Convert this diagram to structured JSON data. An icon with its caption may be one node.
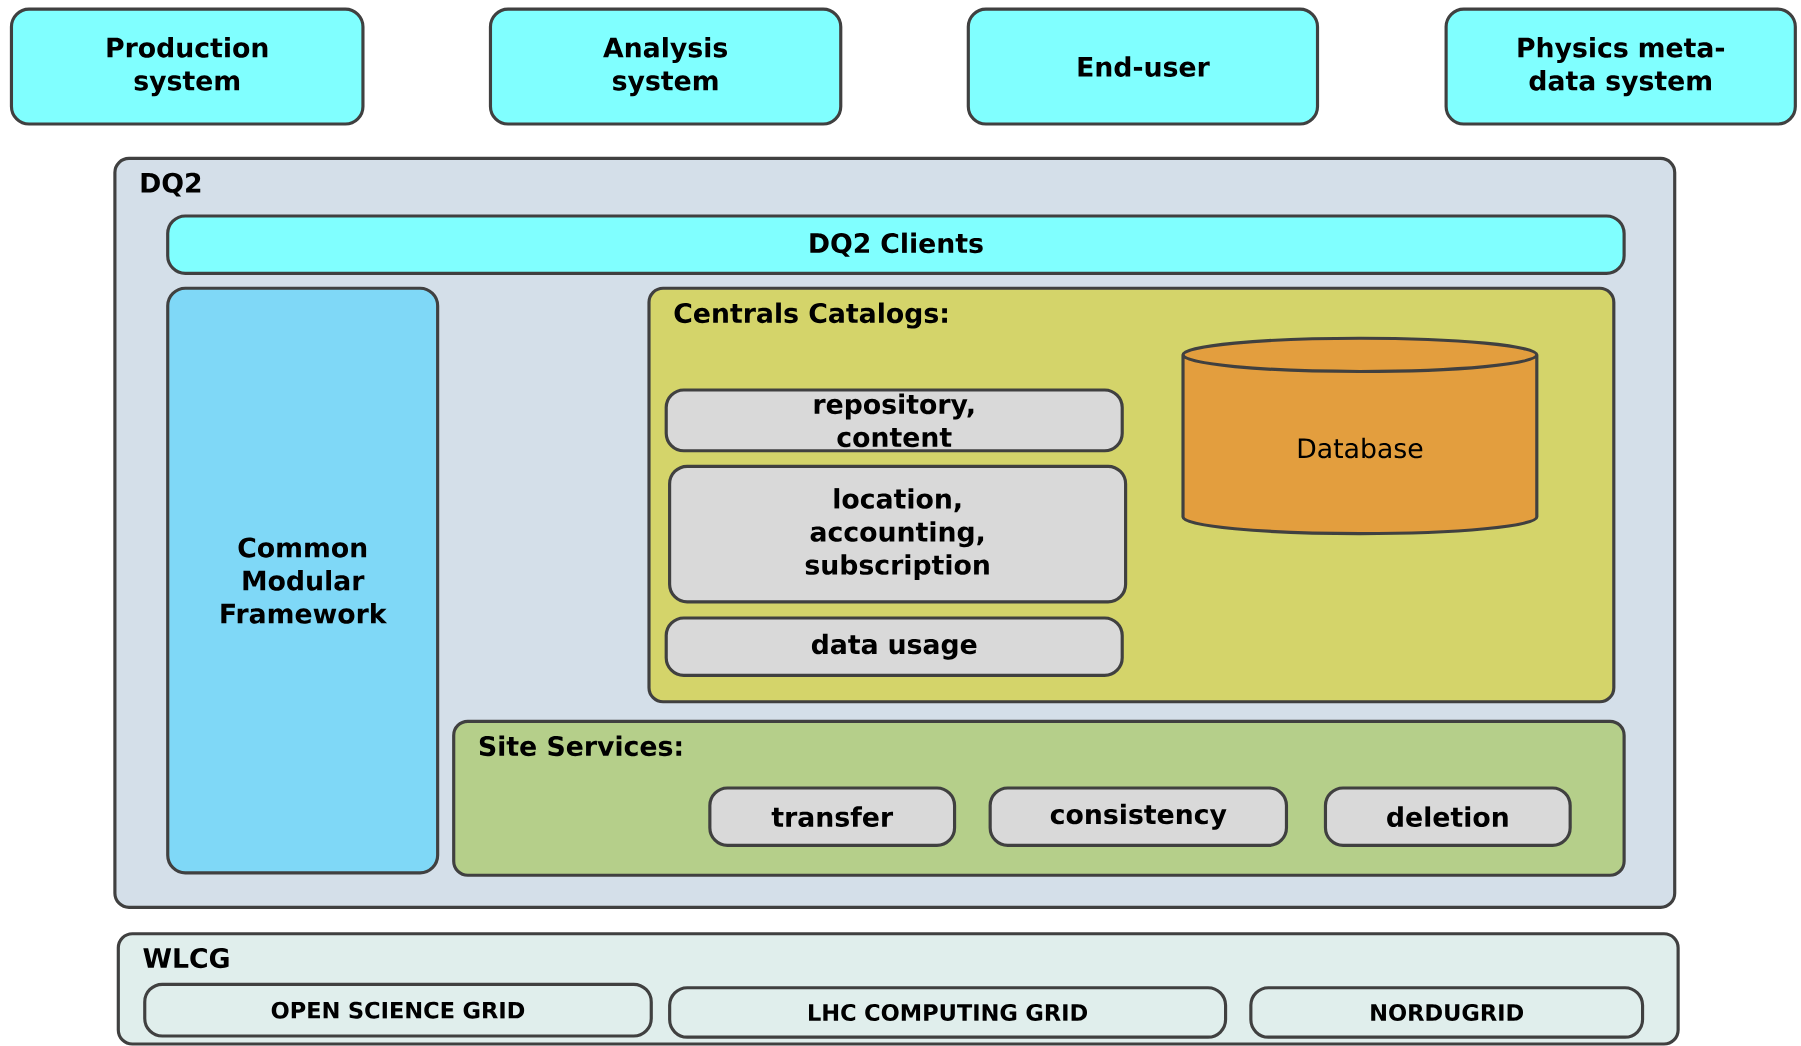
{
  "diagram": {
    "nodes": [
      {
        "text": [
          "Production system"
        ]
      },
      {
        "text": [
          "Analysis system"
        ]
      },
      {
        "text": [
          "End-user"
        ]
      },
      {
        "text": [
          "Physics meta-data system"
        ]
      },
      {
        "text": [
          "DQ2"
        ]
      },
      {
        "text": [
          "DQ2  Clients"
        ],
        "in": 4
      },
      {
        "text": [
          "Common Modular Framework"
        ],
        "in": 4
      },
      {
        "text": [
          "Centrals Catalogs:"
        ],
        "in": 4
      },
      {
        "text": [
          "repository, content"
        ],
        "in": 7
      },
      {
        "text": [
          "location, accounting, subscription"
        ],
        "in": 7
      },
      {
        "text": [
          "data usage"
        ],
        "in": 7
      },
      {
        "text": [
          "Database"
        ],
        "in": 7
      },
      {
        "text": [
          "Site Services:"
        ],
        "in": 4
      },
      {
        "text": [
          "transfer"
        ],
        "in": 12
      },
      {
        "text": [
          "consistency"
        ],
        "in": 12
      },
      {
        "text": [
          "deletion"
        ],
        "in": 12
      },
      {
        "text": [
          "WLCG"
        ]
      },
      {
        "text": [
          "OPEN SCIENCE GRID"
        ],
        "in": 16
      },
      {
        "text": [
          "LHC COMPUTING GRID"
        ],
        "in": 16
      },
      {
        "text": [
          "NORDUGRID"
        ],
        "in": 16
      }
    ]
  }
}
